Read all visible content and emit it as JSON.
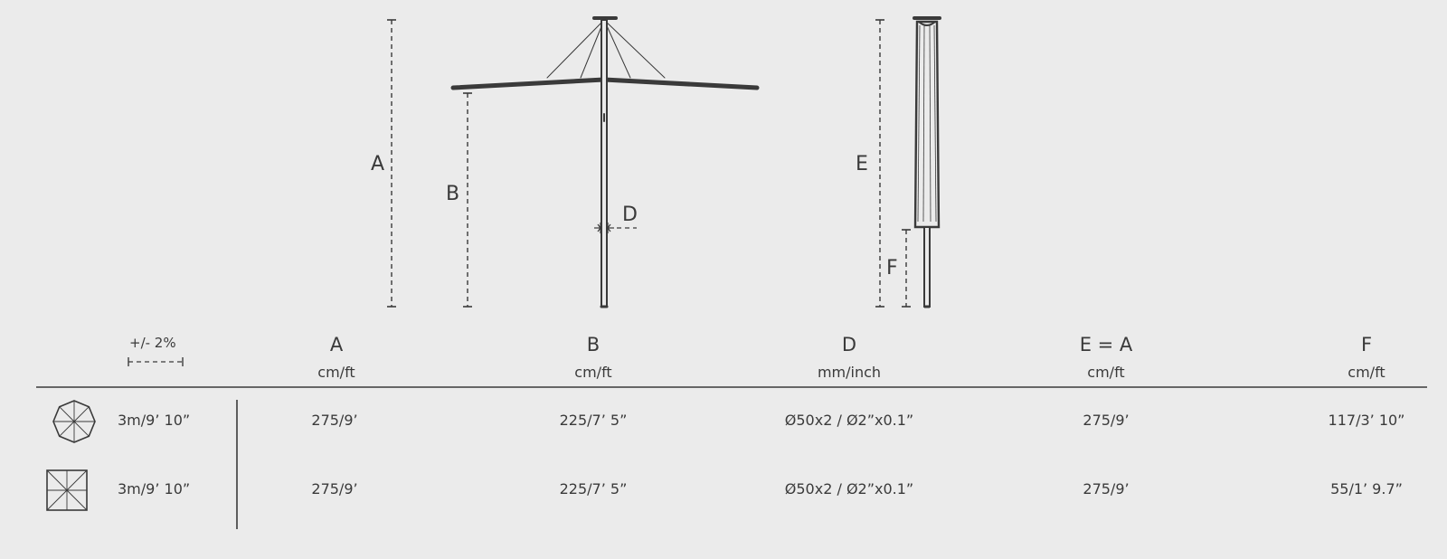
{
  "diagram": {
    "labels": {
      "A": "A",
      "B": "B",
      "D": "D",
      "E": "E",
      "F": "F"
    }
  },
  "table": {
    "tolerance": "+/- 2%",
    "columns": [
      {
        "letter": "A",
        "unit": "cm/ft"
      },
      {
        "letter": "B",
        "unit": "cm/ft"
      },
      {
        "letter": "D",
        "unit": "mm/inch"
      },
      {
        "letter": "E = A",
        "unit": "cm/ft"
      },
      {
        "letter": "F",
        "unit": "cm/ft"
      }
    ],
    "rows": [
      {
        "icon": "octagonal-canopy-icon",
        "size": "3m/9’ 10”",
        "values": [
          "275/9’",
          "225/7’ 5”",
          "Ø50x2 / Ø2”x0.1”",
          "275/9’",
          "117/3’ 10”"
        ]
      },
      {
        "icon": "square-canopy-icon",
        "size": "3m/9’ 10”",
        "values": [
          "275/9’",
          "225/7’ 5”",
          "Ø50x2 / Ø2”x0.1”",
          "275/9’",
          "55/1’ 9.7”"
        ]
      }
    ]
  }
}
